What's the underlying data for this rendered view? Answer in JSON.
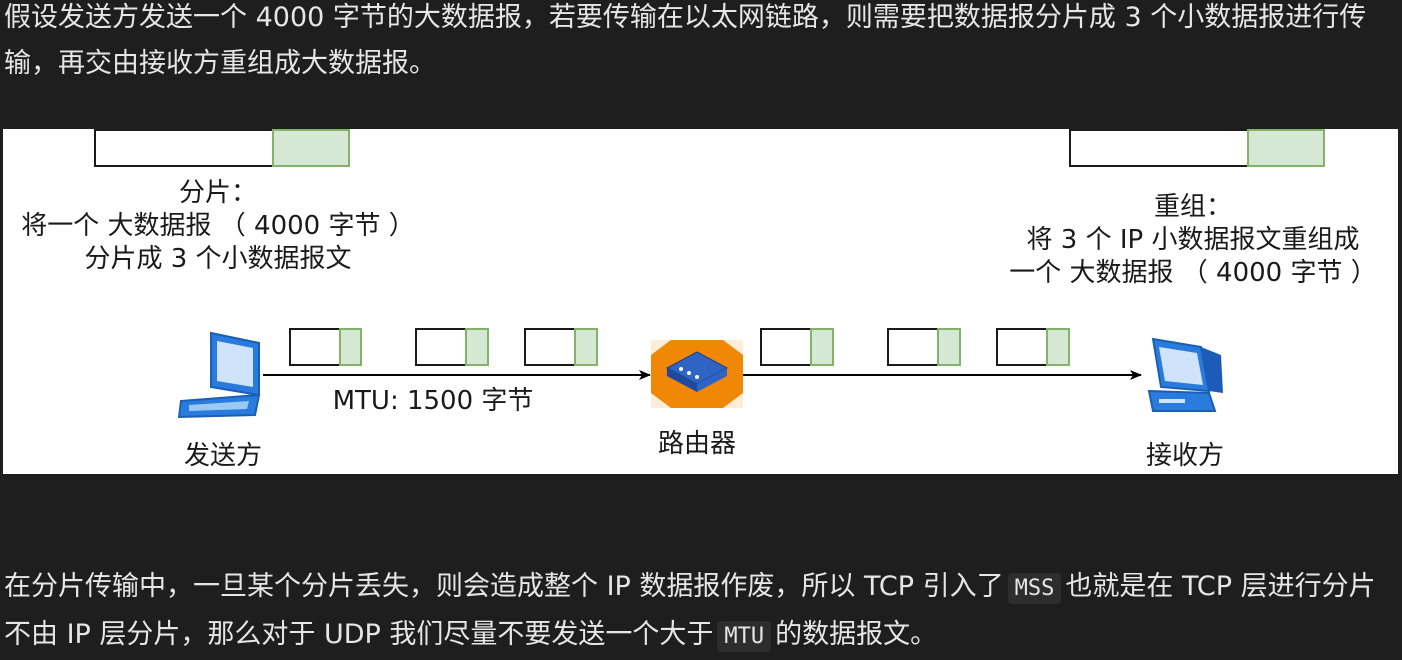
{
  "intro": {
    "text": "假设发送方发送一个 4000 字节的大数据报，若要传输在以太网链路，则需要把数据报分片成 3 个小数据报进行传输，再交由接收方重组成大数据报。"
  },
  "diagram": {
    "fragment_note": {
      "line1": "分片：",
      "line2": "将一个 大数据报 （ 4000 字节 ）",
      "line3": "分片成 3 个小数据报文"
    },
    "reassemble_note": {
      "line1": "重组：",
      "line2": "将 3 个 IP 小数据报文重组成",
      "line3": "一个 大数据报 （ 4000 字节 ）"
    },
    "mtu_label": "MTU: 1500 字节",
    "sender_label": "发送方",
    "router_label": "路由器",
    "receiver_label": "接收方",
    "colors": {
      "packet_payload": "#ffffff",
      "packet_header": "#d5e8d4",
      "packet_header_border": "#82b366",
      "router": "#f08705",
      "computer": "#2a7bde"
    }
  },
  "conclusion": {
    "part1": "在分片传输中，一旦某个分片丢失，则会造成整个 IP 数据报作废，所以 TCP 引入了",
    "code1": "MSS",
    "part2": "也就是在 TCP 层进行分片不由 IP 层分片，那么对于 UDP 我们尽量不要发送一个大于",
    "code2": "MTU",
    "part3": "的数据报文。"
  }
}
